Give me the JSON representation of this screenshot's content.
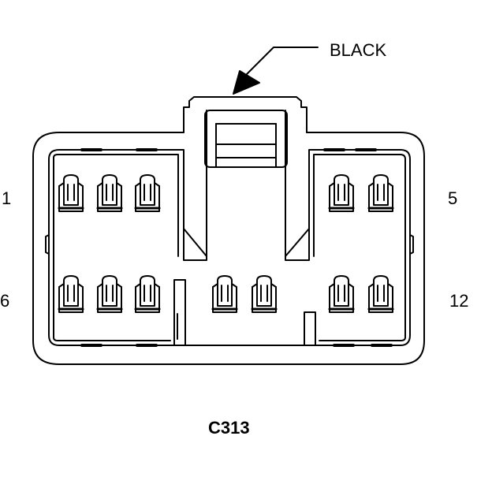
{
  "diagram": {
    "connector_id": "C313",
    "wire_color_label": "BLACK",
    "pin_labels": {
      "top_left": "1",
      "top_right": "5",
      "bottom_left": "6",
      "bottom_right": "12"
    },
    "colors": {
      "line": "#000000",
      "background": "#ffffff"
    }
  }
}
